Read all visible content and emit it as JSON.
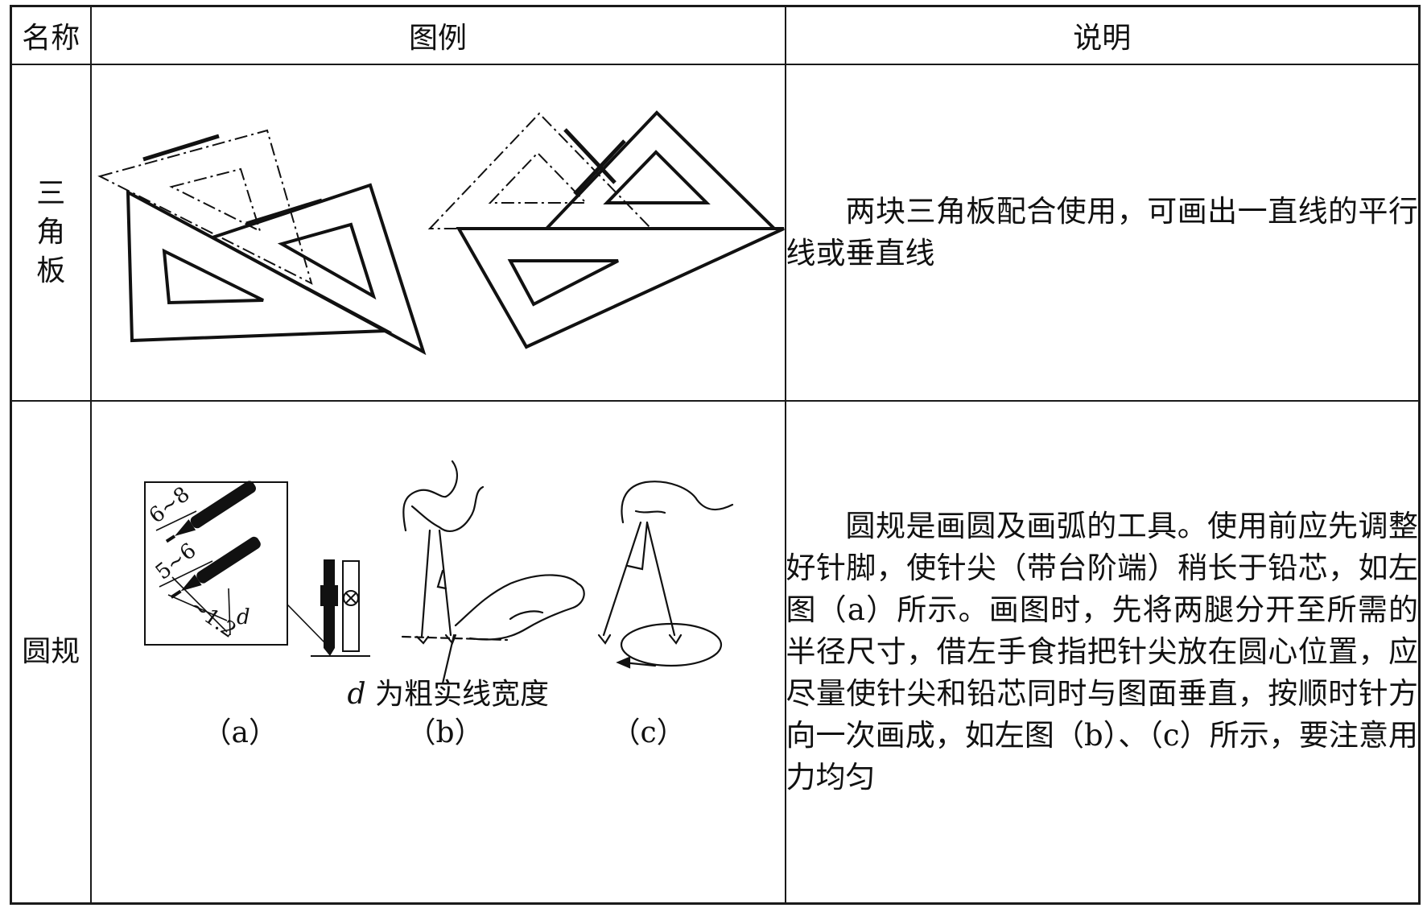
{
  "table": {
    "headers": {
      "name": "名称",
      "figure": "图例",
      "description": "说明"
    },
    "rows": [
      {
        "name": "三角板",
        "description": "两块三角板配合使用，可画出一直线的平行线或垂直线"
      },
      {
        "name": "圆规",
        "description": "圆规是画圆及画弧的工具。使用前应先调整好针脚，使针尖（带台阶端）稍长于铅芯，如左图（a）所示。画图时，先将两腿分开至所需的半径尺寸，借左手食指把针尖放在圆心位置，应尽量使针尖和铅芯同时与图面垂直，按顺时针方向一次画成，如左图（b）、（c）所示，要注意用力均匀",
        "figure": {
          "annotation_d": "d",
          "annotation_text": " 为粗实线宽度",
          "caption_a": "（a）",
          "caption_b": "（b）",
          "caption_c": "（c）",
          "dim_1": "6~8",
          "dim_2": "5~6",
          "dim_3": "~1.2",
          "dim_d": "d"
        }
      }
    ]
  }
}
